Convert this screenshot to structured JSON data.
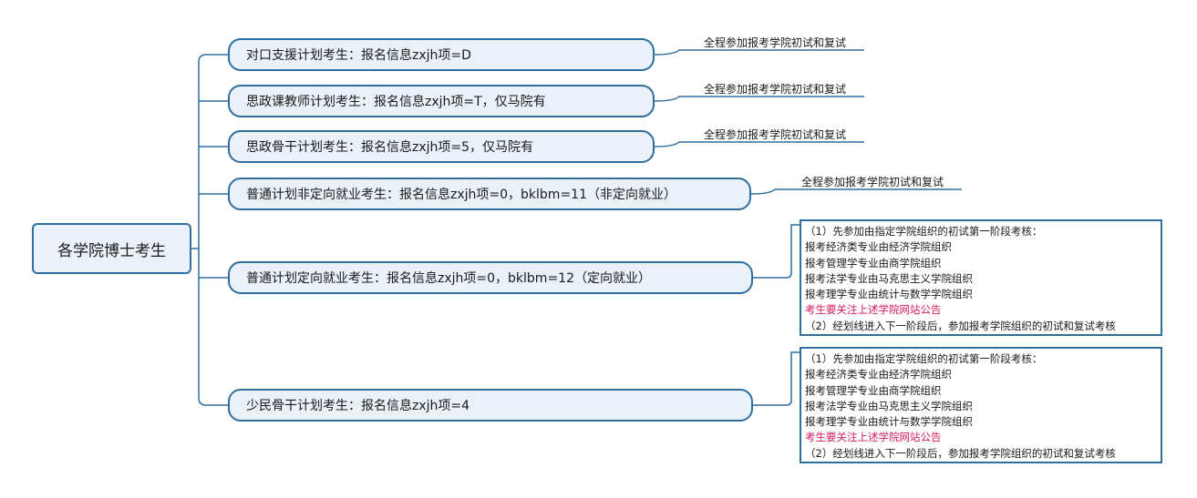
{
  "root": {
    "label": "各学院博士考生"
  },
  "branches": [
    {
      "label": "对口支援计划考生：报名信息zxjh项=D",
      "leaf": "全程参加报考学院初试和复试"
    },
    {
      "label": "思政课教师计划考生：报名信息zxjh项=T，仅马院有",
      "leaf": "全程参加报考学院初试和复试"
    },
    {
      "label": "思政骨干计划考生：报名信息zxjh项=5，仅马院有",
      "leaf": "全程参加报考学院初试和复试"
    },
    {
      "label": "普通计划非定向就业考生：报名信息zxjh项=0，bklbm=11（非定向就业）",
      "leaf": "全程参加报考学院初试和复试"
    },
    {
      "label": "普通计划定向就业考生：报名信息zxjh项=0，bklbm=12（定向就业）"
    },
    {
      "label": "少民骨干计划考生：报名信息zxjh项=4"
    }
  ],
  "notes": [
    {
      "lines": [
        "（1）先参加由指定学院组织的初试第一阶段考核：",
        "报考经济类专业由经济学院组织",
        "报考管理学专业由商学院组织",
        "报考法学专业由马克思主义学院组织",
        "报考理学专业由统计与数学学院组织",
        "考生要关注上述学院网站公告",
        "（2）经划线进入下一阶段后，参加报考学院组织的初试和复试考核"
      ]
    },
    {
      "lines": [
        "（1）先参加由指定学院组织的初试第一阶段考核：",
        "报考经济类专业由经济学院组织",
        "报考管理学专业由商学院组织",
        "报考法学专业由马克思主义学院组织",
        "报考理学专业由统计与数学学院组织",
        "考生要关注上述学院网站公告",
        "（2）经划线进入下一阶段后，参加报考学院组织的初试和复试考核"
      ]
    }
  ],
  "colors": {
    "border": "#2f6f9f",
    "fill": "#eaf1f8",
    "highlight": "#d81b60"
  }
}
